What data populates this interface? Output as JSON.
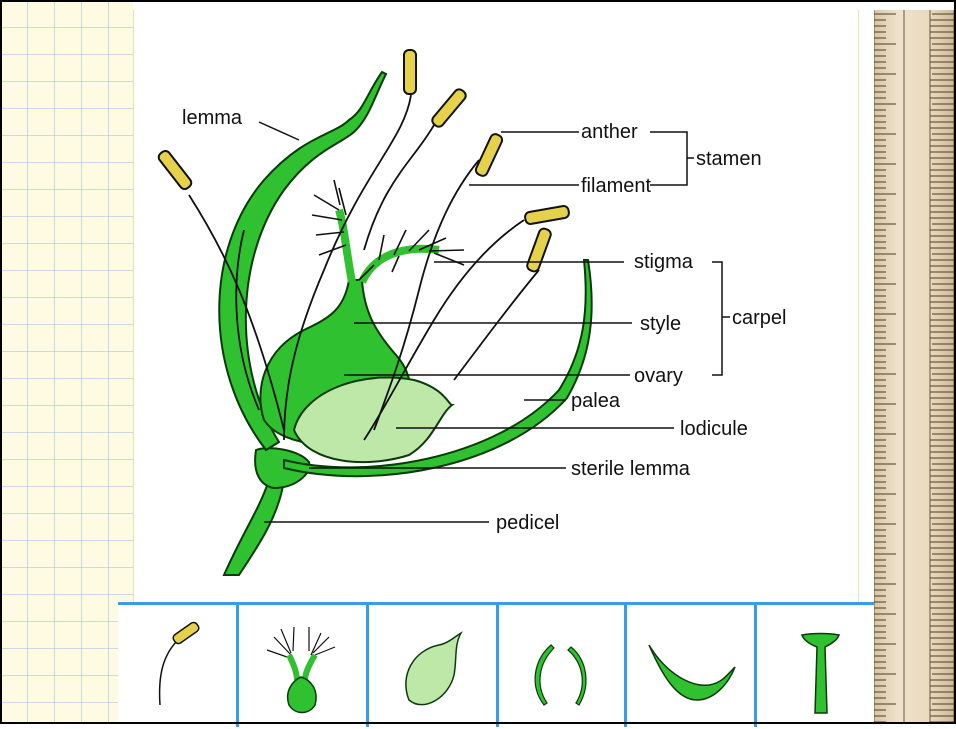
{
  "diagram": {
    "labels": {
      "lemma": "lemma",
      "anther": "anther",
      "filament": "filament",
      "stamen": "stamen",
      "stigma": "stigma",
      "style": "style",
      "carpel": "carpel",
      "ovary": "ovary",
      "palea": "palea",
      "lodicule": "lodicule",
      "sterile_lemma": "sterile lemma",
      "pedicel": "pedicel"
    }
  },
  "parts_tray": {
    "items": [
      {
        "icon": "stamen-piece-icon"
      },
      {
        "icon": "carpel-piece-icon"
      },
      {
        "icon": "lodicule-piece-icon"
      },
      {
        "icon": "palea-piece-icon"
      },
      {
        "icon": "sterile-lemma-piece-icon"
      },
      {
        "icon": "pedicel-piece-icon"
      }
    ]
  },
  "colors": {
    "plant_green": "#2fc12f",
    "light_green": "#bde8a8",
    "anther_yellow": "#e6d24a",
    "tray_border": "#3a9be8",
    "grid_bg": "#fffbe2"
  }
}
